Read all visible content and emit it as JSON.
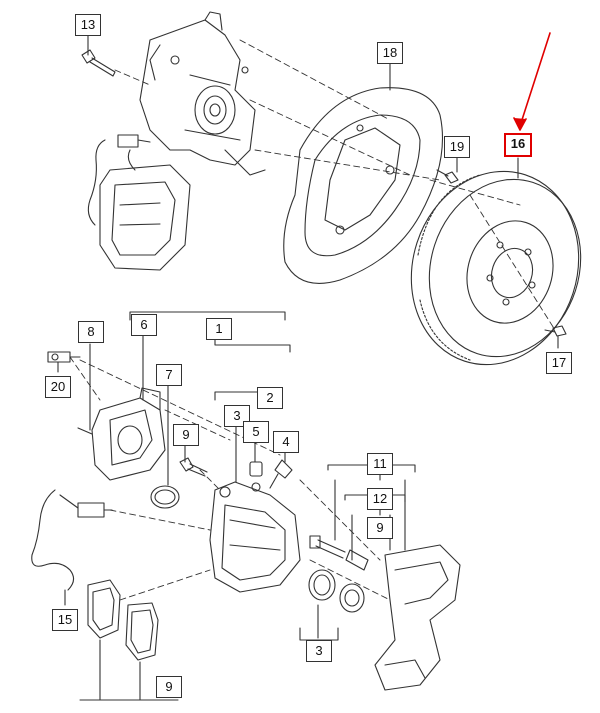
{
  "callouts": {
    "c13": "13",
    "c18": "18",
    "c19": "19",
    "c16": "16",
    "c17": "17",
    "c8": "8",
    "c6": "6",
    "c1": "1",
    "c7": "7",
    "c20": "20",
    "c2": "2",
    "c3a": "3",
    "c9a": "9",
    "c5": "5",
    "c4": "4",
    "c11": "11",
    "c12": "12",
    "c9b": "9",
    "c15": "15",
    "c3b": "3",
    "c9c": "9"
  },
  "colors": {
    "line": "#333333",
    "highlight": "#e00000",
    "background": "#ffffff"
  },
  "highlighted_part": "16"
}
